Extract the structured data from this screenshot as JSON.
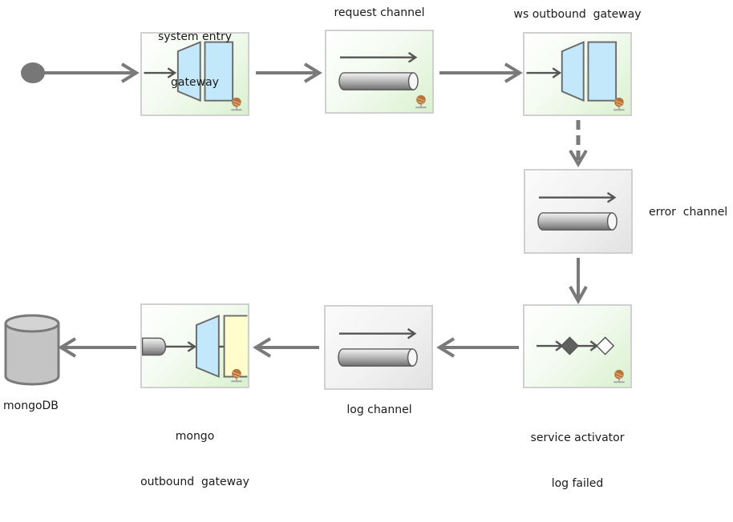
{
  "diagram": {
    "title": "Spring Integration flow",
    "colors": {
      "connector": "#7a7a7a",
      "gateway_fill": "#c3e8fb",
      "reply_fill": "#fffdcc",
      "node_border": "#d0d0d0",
      "icon_stroke": "#555555"
    },
    "nodes": [
      {
        "id": "start",
        "type": "start-point",
        "label": ""
      },
      {
        "id": "system_entry_gateway",
        "type": "inbound-gateway",
        "label_line1": "system entry",
        "label_line2": "gateway"
      },
      {
        "id": "request_channel",
        "type": "channel",
        "label": "request channel"
      },
      {
        "id": "ws_outbound_gateway",
        "type": "outbound-gateway",
        "label": "ws outbound  gateway"
      },
      {
        "id": "error_channel",
        "type": "channel",
        "label": "error  channel"
      },
      {
        "id": "service_activator",
        "type": "service-activator",
        "label_line1": "service activator",
        "label_line2": "log failed"
      },
      {
        "id": "log_channel",
        "type": "channel",
        "label": "log channel"
      },
      {
        "id": "mongo_outbound_gateway",
        "type": "outbound-gateway",
        "label_line1": "mongo",
        "label_line2": "outbound  gateway"
      },
      {
        "id": "mongodb",
        "type": "database",
        "label": "mongoDB"
      }
    ],
    "edges": [
      {
        "from": "start",
        "to": "system_entry_gateway",
        "style": "solid"
      },
      {
        "from": "system_entry_gateway",
        "to": "request_channel",
        "style": "solid"
      },
      {
        "from": "request_channel",
        "to": "ws_outbound_gateway",
        "style": "solid"
      },
      {
        "from": "ws_outbound_gateway",
        "to": "error_channel",
        "style": "dashed"
      },
      {
        "from": "error_channel",
        "to": "service_activator",
        "style": "solid"
      },
      {
        "from": "service_activator",
        "to": "log_channel",
        "style": "solid"
      },
      {
        "from": "log_channel",
        "to": "mongo_outbound_gateway",
        "style": "solid"
      },
      {
        "from": "mongo_outbound_gateway",
        "to": "mongodb",
        "style": "solid"
      }
    ]
  }
}
